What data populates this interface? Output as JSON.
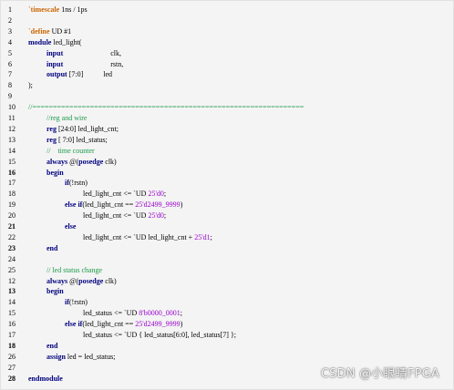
{
  "lines": [
    {
      "n": "1",
      "b": false,
      "t": [
        [
          "pre",
          "`timescale"
        ],
        [
          "p",
          " 1ns / 1ps"
        ]
      ]
    },
    {
      "n": "2",
      "b": false,
      "t": []
    },
    {
      "n": "3",
      "b": false,
      "t": [
        [
          "pre",
          "`define"
        ],
        [
          "p",
          " UD #1"
        ]
      ]
    },
    {
      "n": "4",
      "b": false,
      "t": [
        [
          "kw",
          "module"
        ],
        [
          "p",
          " led_light("
        ]
      ]
    },
    {
      "n": "5",
      "b": false,
      "t": [
        [
          "p",
          "          "
        ],
        [
          "kw",
          "input"
        ],
        [
          "p",
          "                          clk,"
        ]
      ]
    },
    {
      "n": "6",
      "b": false,
      "t": [
        [
          "p",
          "          "
        ],
        [
          "kw",
          "input"
        ],
        [
          "p",
          "                          rstn,"
        ]
      ]
    },
    {
      "n": "7",
      "b": false,
      "t": [
        [
          "p",
          "          "
        ],
        [
          "kw",
          "output"
        ],
        [
          "p",
          " [7:0]           led"
        ]
      ]
    },
    {
      "n": "8",
      "b": false,
      "t": [
        [
          "p",
          ");"
        ]
      ]
    },
    {
      "n": "9",
      "b": false,
      "t": []
    },
    {
      "n": "10",
      "b": false,
      "t": [
        [
          "cm",
          "//=================================================================="
        ]
      ]
    },
    {
      "n": "11",
      "b": false,
      "t": [
        [
          "p",
          "          "
        ],
        [
          "cm",
          "//reg and wire"
        ]
      ]
    },
    {
      "n": "12",
      "b": false,
      "t": [
        [
          "p",
          "          "
        ],
        [
          "kw",
          "reg"
        ],
        [
          "p",
          " [24:0] led_light_cnt;"
        ]
      ]
    },
    {
      "n": "13",
      "b": false,
      "t": [
        [
          "p",
          "          "
        ],
        [
          "kw",
          "reg"
        ],
        [
          "p",
          " [ 7:0] led_status;"
        ]
      ]
    },
    {
      "n": "14",
      "b": false,
      "t": [
        [
          "p",
          "          "
        ],
        [
          "cm",
          "//    time counter"
        ]
      ]
    },
    {
      "n": "15",
      "b": false,
      "t": [
        [
          "p",
          "          "
        ],
        [
          "kw",
          "always"
        ],
        [
          "p",
          " @("
        ],
        [
          "kw",
          "posedge"
        ],
        [
          "p",
          " clk)"
        ]
      ]
    },
    {
      "n": "16",
      "b": true,
      "t": [
        [
          "p",
          "          "
        ],
        [
          "kw",
          "begin"
        ]
      ]
    },
    {
      "n": "17",
      "b": false,
      "t": [
        [
          "p",
          "                    "
        ],
        [
          "kw",
          "if"
        ],
        [
          "p",
          "(!rstn)"
        ]
      ]
    },
    {
      "n": "18",
      "b": false,
      "t": [
        [
          "p",
          "                              led_light_cnt <= `UD "
        ],
        [
          "num",
          "25'd0"
        ],
        [
          "p",
          ";"
        ]
      ]
    },
    {
      "n": "19",
      "b": false,
      "t": [
        [
          "p",
          "                    "
        ],
        [
          "kw",
          "else if"
        ],
        [
          "p",
          "(led_light_cnt == "
        ],
        [
          "num",
          "25'd2499_9999"
        ],
        [
          "p",
          ")"
        ]
      ]
    },
    {
      "n": "20",
      "b": false,
      "t": [
        [
          "p",
          "                              led_light_cnt <= `UD "
        ],
        [
          "num",
          "25'd0"
        ],
        [
          "p",
          ";"
        ]
      ]
    },
    {
      "n": "21",
      "b": true,
      "t": [
        [
          "p",
          "                    "
        ],
        [
          "kw",
          "else"
        ]
      ]
    },
    {
      "n": "22",
      "b": false,
      "t": [
        [
          "p",
          "                              led_light_cnt <= `UD led_light_cnt + "
        ],
        [
          "num",
          "25'd1"
        ],
        [
          "p",
          ";"
        ]
      ]
    },
    {
      "n": "23",
      "b": true,
      "t": [
        [
          "p",
          "          "
        ],
        [
          "kw",
          "end"
        ]
      ]
    },
    {
      "n": "24",
      "b": false,
      "t": []
    },
    {
      "n": "25",
      "b": false,
      "t": [
        [
          "p",
          "          "
        ],
        [
          "cm",
          "// led status change"
        ]
      ]
    },
    {
      "n": "12",
      "b": false,
      "t": [
        [
          "p",
          "          "
        ],
        [
          "kw",
          "always"
        ],
        [
          "p",
          " @("
        ],
        [
          "kw",
          "posedge"
        ],
        [
          "p",
          " clk)"
        ]
      ]
    },
    {
      "n": "13",
      "b": true,
      "t": [
        [
          "p",
          "          "
        ],
        [
          "kw",
          "begin"
        ]
      ]
    },
    {
      "n": "14",
      "b": false,
      "t": [
        [
          "p",
          "                    "
        ],
        [
          "kw",
          "if"
        ],
        [
          "p",
          "(!rstn)"
        ]
      ]
    },
    {
      "n": "15",
      "b": false,
      "t": [
        [
          "p",
          "                              led_status <= `UD "
        ],
        [
          "num",
          "8'b0000_0001"
        ],
        [
          "p",
          ";"
        ]
      ]
    },
    {
      "n": "16",
      "b": false,
      "t": [
        [
          "p",
          "                    "
        ],
        [
          "kw",
          "else if"
        ],
        [
          "p",
          "(led_light_cnt == "
        ],
        [
          "num",
          "25'd2499_9999"
        ],
        [
          "p",
          ")"
        ]
      ]
    },
    {
      "n": "17",
      "b": false,
      "t": [
        [
          "p",
          "                              led_status <= `UD { led_status[6:0], led_status[7] };"
        ]
      ]
    },
    {
      "n": "18",
      "b": true,
      "t": [
        [
          "p",
          "          "
        ],
        [
          "kw",
          "end"
        ]
      ]
    },
    {
      "n": "26",
      "b": false,
      "t": [
        [
          "p",
          "          "
        ],
        [
          "kw",
          "assign"
        ],
        [
          "p",
          " led = led_status;"
        ]
      ]
    },
    {
      "n": "27",
      "b": false,
      "t": []
    },
    {
      "n": "28",
      "b": true,
      "t": [
        [
          "kw",
          "endmodule"
        ]
      ]
    }
  ],
  "watermark": "CSDN @小眼睛FPGA",
  "colors": {
    "keyword": "#000080",
    "preprocessor": "#cc6600",
    "comment": "#1a9a4a",
    "number": "#9900cc"
  }
}
